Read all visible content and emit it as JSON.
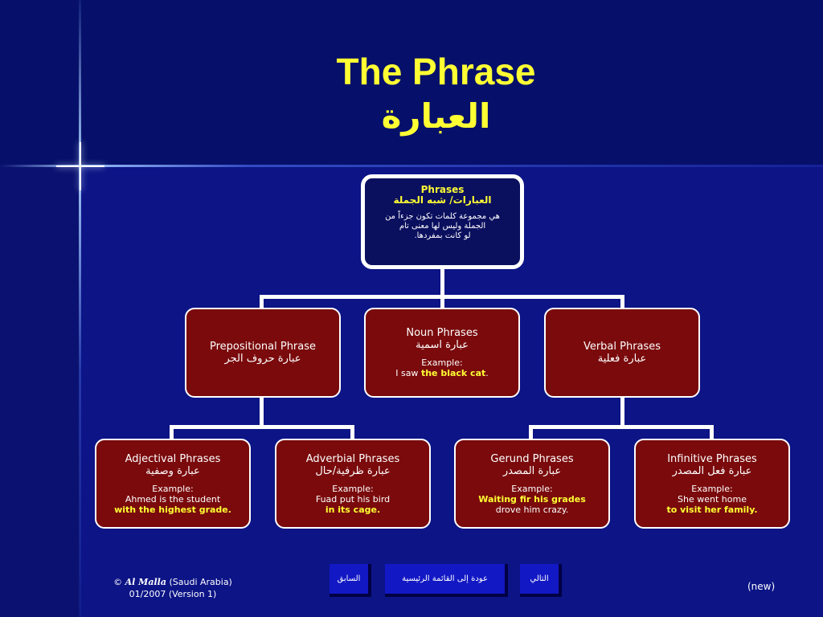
{
  "title": {
    "en": "The Phrase",
    "ar": "العبارة"
  },
  "root": {
    "heading_en": "Phrases",
    "heading_ar": "العبارات/ شبه الجملة",
    "desc1": "هي مجموعة كلمات تكون جزءاً من",
    "desc2": "الجملة وليس لها معنى تام",
    "desc3": "لو كانت بمفردها."
  },
  "level2": {
    "prepositional": {
      "en": "Prepositional Phrase",
      "ar": "عبارة حروف الجر"
    },
    "noun": {
      "en": "Noun Phrases",
      "ar": "عبارة اسمية",
      "example_label": "Example:",
      "example_plain": "I saw ",
      "example_em": "the black cat",
      "example_end": "."
    },
    "verbal": {
      "en": "Verbal Phrases",
      "ar": "عبارة فعلية"
    }
  },
  "level3": {
    "adjectival": {
      "en": "Adjectival Phrases",
      "ar": "عبارة وصفية",
      "example_label": "Example:",
      "example_plain": "Ahmed is the student",
      "example_em": "with the highest grade."
    },
    "adverbial": {
      "en": "Adverbial Phrases",
      "ar": "عبارة ظرفية/حال",
      "example_label": "Example:",
      "example_plain": "Fuad put his bird",
      "example_em": "in its cage."
    },
    "gerund": {
      "en": "Gerund Phrases",
      "ar": "عبارة المصدر",
      "example_label": "Example:",
      "example_em": "Waiting fir his grades",
      "example_plain": "drove him crazy."
    },
    "infinitive": {
      "en": "Infinitive Phrases",
      "ar": "عبارة  فعل المصدر",
      "example_label": "Example:",
      "example_plain": "She went home",
      "example_em": "to visit her family."
    }
  },
  "footer": {
    "copyright_symbol": "©",
    "author": "Al Malla",
    "location": "(Saudi Arabia)",
    "version": "01/2007 (Version 1)",
    "new_label": "(new)"
  },
  "nav": {
    "previous": "السابق",
    "home": "عودة إلى القائمة الرئيسية",
    "next": "التالي"
  },
  "colors": {
    "background": "#0c1486",
    "box_fill": "#7a0a0c",
    "highlight": "#ffff33",
    "nav_button": "#1218c4"
  }
}
